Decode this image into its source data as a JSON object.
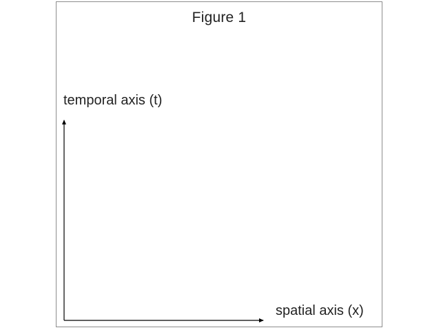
{
  "figure": {
    "title": "Figure 1",
    "y_axis_label": "temporal axis (t)",
    "x_axis_label": "spatial axis (x)"
  },
  "colors": {
    "border": "#8c8c8c",
    "axis": "#000000",
    "text": "#222222",
    "background": "#ffffff"
  }
}
